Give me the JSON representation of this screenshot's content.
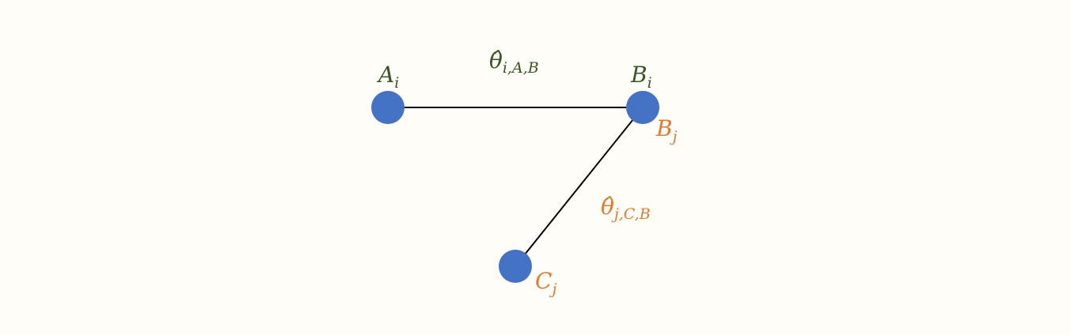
{
  "nodes": {
    "a": {
      "main": "A",
      "sub": "i"
    },
    "b_i": {
      "main": "B",
      "sub": "i"
    },
    "b_j": {
      "main": "B",
      "sub": "j"
    },
    "c": {
      "main": "C",
      "sub": "j"
    }
  },
  "edges": {
    "ab": {
      "main": "θ̂",
      "sub": "i,A,B"
    },
    "bc": {
      "main": "θ̂",
      "sub": "j,C,B"
    }
  },
  "colors": {
    "node_fill": "#4472c4",
    "edge": "#000000",
    "label_i": "#375623",
    "label_j": "#e07b2e",
    "background": "#fffdf8"
  }
}
